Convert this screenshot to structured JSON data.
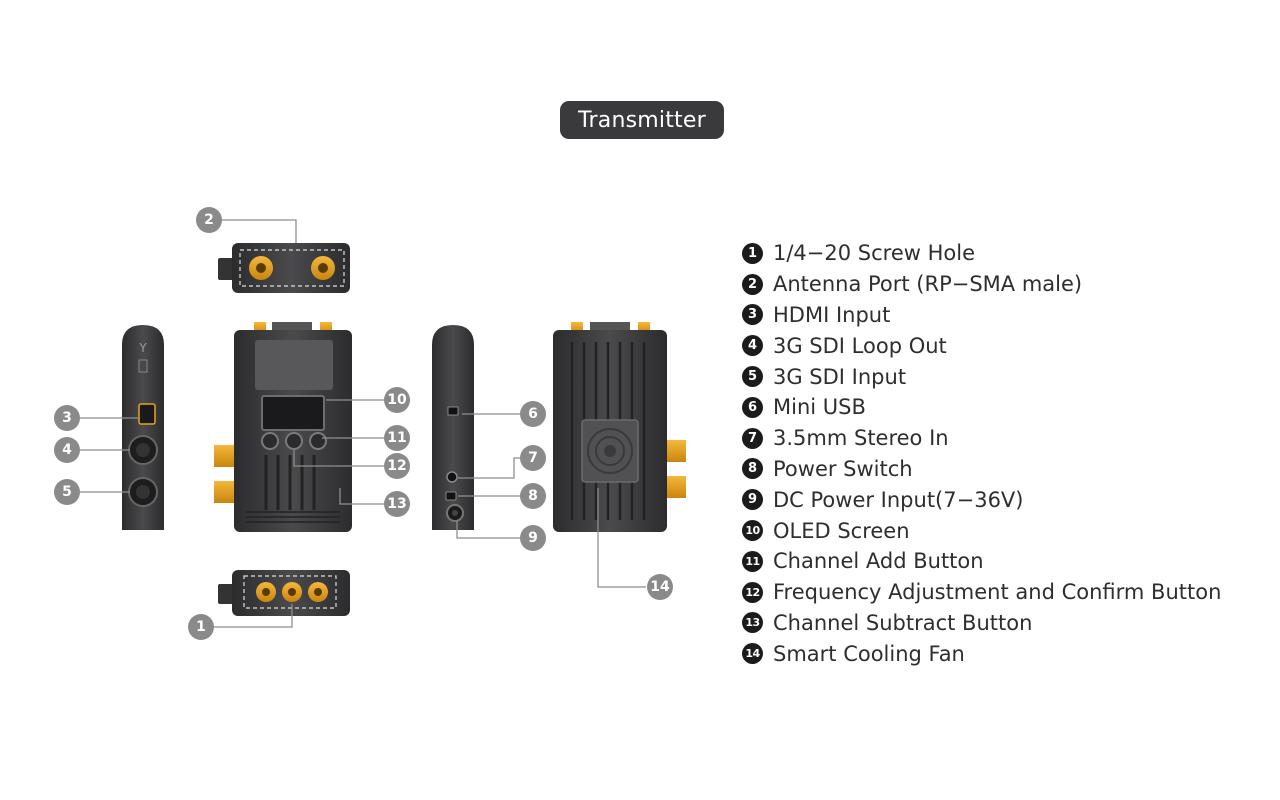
{
  "title": "Transmitter",
  "legend": [
    {
      "num": "1",
      "label": "1/4−20 Screw Hole"
    },
    {
      "num": "2",
      "label": "Antenna Port (RP−SMA male)"
    },
    {
      "num": "3",
      "label": "HDMI Input"
    },
    {
      "num": "4",
      "label": "3G SDI Loop Out"
    },
    {
      "num": "5",
      "label": "3G SDI Input"
    },
    {
      "num": "6",
      "label": "Mini USB"
    },
    {
      "num": "7",
      "label": "3.5mm Stereo In"
    },
    {
      "num": "8",
      "label": "Power Switch"
    },
    {
      "num": "9",
      "label": "DC Power Input(7−36V)"
    },
    {
      "num": "10",
      "label": "OLED Screen"
    },
    {
      "num": "11",
      "label": "Channel Add Button"
    },
    {
      "num": "12",
      "label": "Frequency Adjustment and Confirm Button"
    },
    {
      "num": "13",
      "label": "Channel Subtract Button"
    },
    {
      "num": "14",
      "label": "Smart Cooling Fan"
    }
  ],
  "callouts": [
    "1",
    "2",
    "3",
    "4",
    "5",
    "6",
    "7",
    "8",
    "9",
    "10",
    "11",
    "12",
    "13",
    "14"
  ],
  "colors": {
    "device_body": "#3d3d40",
    "device_dark": "#2a2a2c",
    "connector_gold": "#e8a21a",
    "callout_gray": "#8a8a8a",
    "title_bg": "#3a3a3c"
  }
}
